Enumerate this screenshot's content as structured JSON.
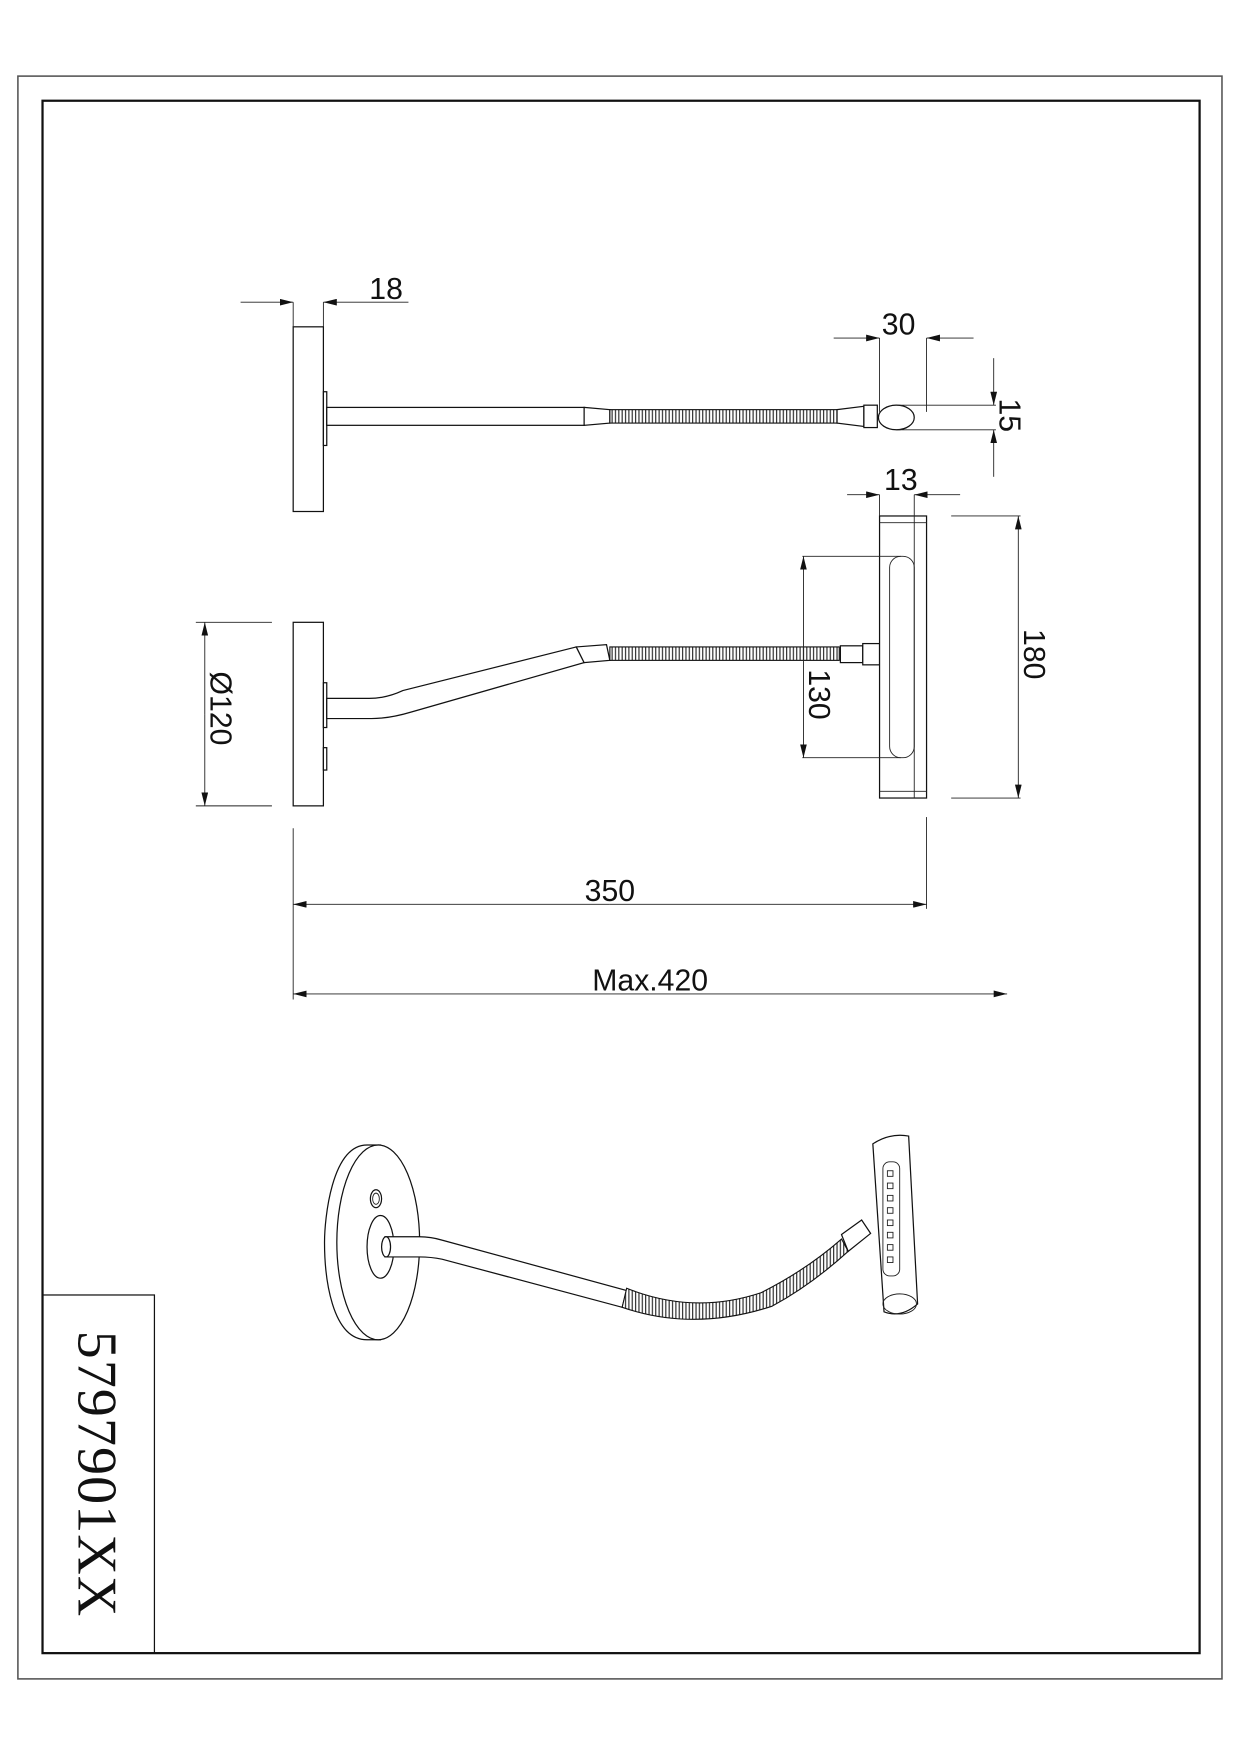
{
  "title_block": {
    "model_number": "5797901XX"
  },
  "dimensions": {
    "base_depth": "18",
    "head_length": "30",
    "head_thickness": "15",
    "head_width": "13",
    "base_diameter": "Ø120",
    "led_strip_length": "130",
    "head_height": "180",
    "projection": "350",
    "max_projection": "Max.420"
  }
}
